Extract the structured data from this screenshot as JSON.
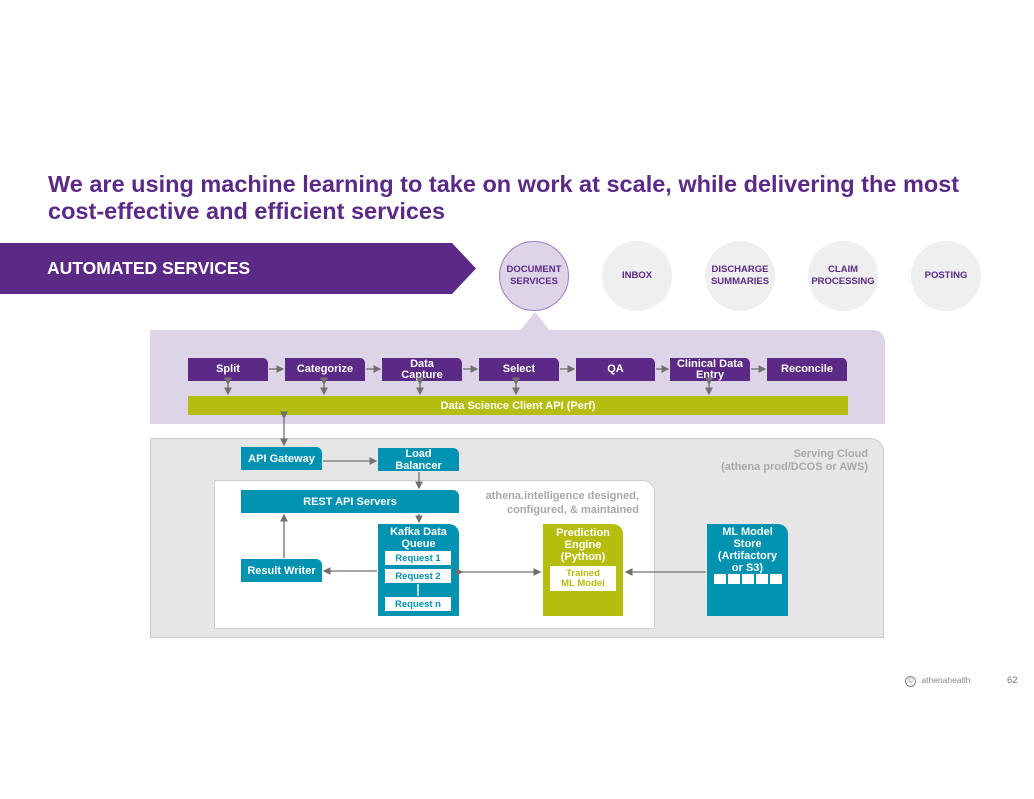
{
  "title": "We are using machine learning to take on work at scale, while delivering the most cost-effective and efficient services",
  "banner": {
    "label": "AUTOMATED SERVICES"
  },
  "services": [
    {
      "label": "DOCUMENT SERVICES",
      "active": true
    },
    {
      "label": "INBOX",
      "active": false
    },
    {
      "label": "DISCHARGE SUMMARIES",
      "active": false
    },
    {
      "label": "CLAIM PROCESSING",
      "active": false
    },
    {
      "label": "POSTING",
      "active": false
    }
  ],
  "pipeline": {
    "steps": [
      "Split",
      "Categorize",
      "Data Capture",
      "Select",
      "QA",
      "Clinical Data Entry",
      "Reconcile"
    ],
    "api_bar": "Data Science Client API (Perf)"
  },
  "serving_cloud": {
    "label_line1": "Serving Cloud",
    "label_line2": "(athena prod/DCOS or AWS)",
    "api_gateway": "API Gateway",
    "load_balancer": "Load Balancer",
    "ml_model_store": "ML Model Store (Artifactory or S3)"
  },
  "intelligence": {
    "label_line1": "athena.intelligence designed,",
    "label_line2": "configured, & maintained",
    "rest_api": "REST API Servers",
    "result_writer": "Result Writer",
    "kafka": "Kafka Data Queue",
    "requests": [
      "Request 1",
      "Request 2",
      ":",
      "Request n"
    ],
    "prediction_engine": "Prediction Engine (Python)",
    "trained_model": "Trained ML Model"
  },
  "colors": {
    "purple": "#5b2a86",
    "lavender": "#ddd4e8",
    "green": "#b5bd0e",
    "teal": "#0092b1",
    "gray": "#e6e6e6"
  },
  "footer": {
    "copyright_icon": "©",
    "brand": "athenahealth",
    "page": "62"
  }
}
